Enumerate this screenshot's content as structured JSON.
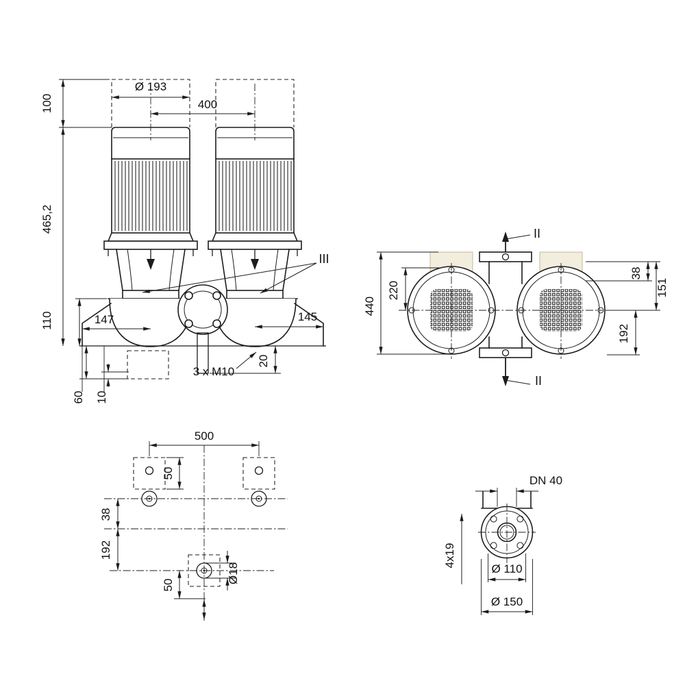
{
  "drawing": {
    "type": "pump-dimensional-drawing",
    "colors": {
      "line": "#1c1c1c",
      "highlight_fill": "#f2eddc"
    },
    "front_view": {
      "dia_motor": "Ø 193",
      "dist_400": "400",
      "clearance_100": "100",
      "height_total": "465,2",
      "height_110": "110",
      "offset_left": "147",
      "offset_right": "145",
      "section_iii": "III",
      "base_60": "60",
      "base_10": "10",
      "thread_note": "3 x M10",
      "depth_20": "20"
    },
    "side_view": {
      "width_total": "440",
      "height_220": "220",
      "offset_38": "38",
      "offset_151": "151",
      "offset_192": "192",
      "section_ii_top": "II",
      "section_ii_bottom": "II"
    },
    "foundation_view": {
      "span_500": "500",
      "pitch_50_top": "50",
      "offset_38": "38",
      "offset_192": "192",
      "pitch_50_bottom": "50",
      "hole_dia": "Ø18"
    },
    "flange_view": {
      "nominal": "DN 40",
      "bolt_holes": "4x19",
      "bolt_circle": "Ø 110",
      "outer_dia": "Ø 150"
    }
  }
}
